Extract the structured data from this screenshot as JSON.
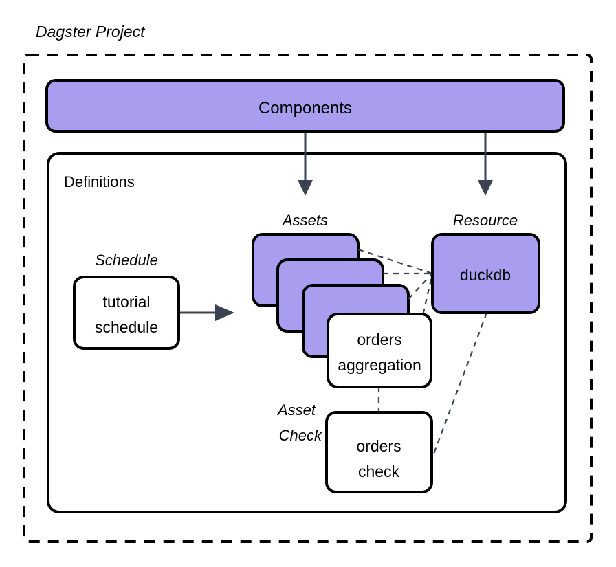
{
  "diagram": {
    "title": "Dagster Project",
    "colors": {
      "node_purple": "#a99df0",
      "node_white": "#ffffff",
      "stroke": "#000000",
      "connector": "#3b4252"
    },
    "outer_container": {
      "label": "Dagster Project",
      "border_style": "dashed"
    },
    "components_node": {
      "label": "Components",
      "fill": "purple"
    },
    "definitions_container": {
      "label": "Definitions",
      "border_style": "solid"
    },
    "groups": {
      "schedule": "Schedule",
      "assets": "Assets",
      "resource": "Resource",
      "asset_check_line1": "Asset",
      "asset_check_line2": "Check"
    },
    "nodes": {
      "schedule_node": {
        "line1": "tutorial",
        "line2": "schedule",
        "fill": "white"
      },
      "asset_stack_1": {
        "label": "",
        "fill": "purple"
      },
      "asset_stack_2": {
        "label": "",
        "fill": "purple"
      },
      "asset_stack_3": {
        "label": "",
        "fill": "purple"
      },
      "orders_aggregation": {
        "line1": "orders",
        "line2": "aggregation",
        "fill": "white"
      },
      "duckdb": {
        "label": "duckdb",
        "fill": "purple"
      },
      "orders_check": {
        "line1": "orders",
        "line2": "check",
        "fill": "white"
      }
    },
    "connections": [
      {
        "name": "components-to-assets",
        "style": "solid-arrow"
      },
      {
        "name": "components-to-resource",
        "style": "solid-arrow"
      },
      {
        "name": "schedule-to-assets",
        "style": "solid-arrow"
      },
      {
        "name": "asset1-to-duckdb",
        "style": "dashed"
      },
      {
        "name": "asset2-to-duckdb",
        "style": "dashed"
      },
      {
        "name": "asset3-to-duckdb",
        "style": "dashed"
      },
      {
        "name": "orders-aggregation-to-duckdb",
        "style": "dashed"
      },
      {
        "name": "orders-aggregation-to-orders-check",
        "style": "dashed"
      },
      {
        "name": "duckdb-to-orders-check",
        "style": "dashed"
      }
    ]
  }
}
